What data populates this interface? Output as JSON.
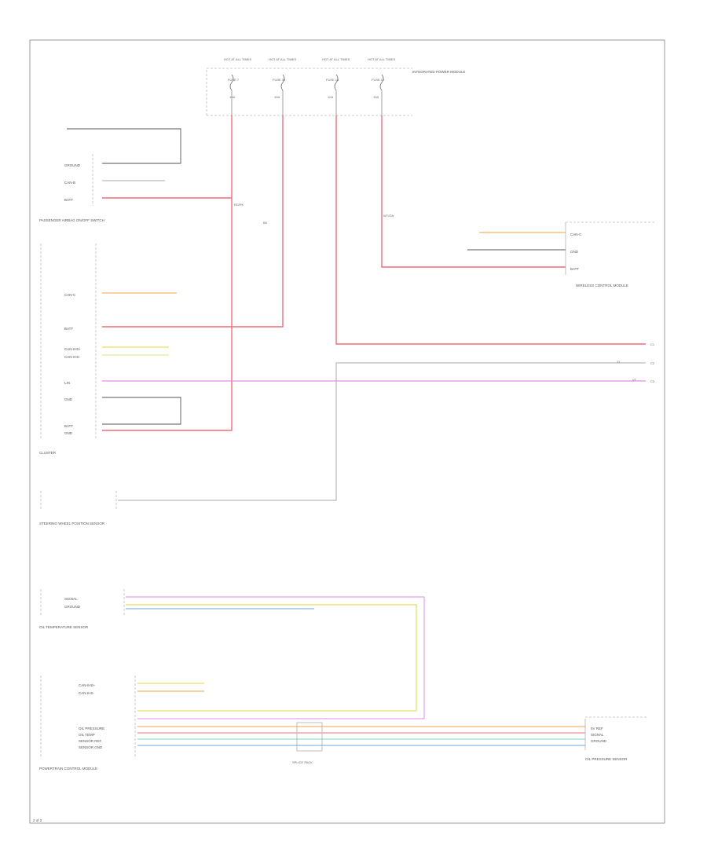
{
  "page_ref": "2 of 2",
  "fuse_block": {
    "label": "INTEGRATED POWER MODULE",
    "fuses": [
      {
        "top": "HOT AT ALL TIMES",
        "fuse": "FUSE 7",
        "amps": "10A"
      },
      {
        "top": "HOT AT ALL TIMES",
        "fuse": "FUSE 30",
        "amps": "10A"
      },
      {
        "top": "HOT AT ALL TIMES",
        "fuse": "FUSE 13",
        "amps": "10A"
      },
      {
        "top": "HOT AT ALL TIMES",
        "fuse": "FUSE 12",
        "amps": "10A"
      }
    ]
  },
  "components": {
    "passenger_airbag": "PASSENGER AIRBAG ON/OFF SWITCH",
    "cluster": "CLUSTER",
    "steering_sensor": "STEERING WHEEL POSITION SENSOR",
    "oil_temp_sensor": "OIL TEMPERATURE SENSOR",
    "powertrain_module": "POWERTRAIN CONTROL MODULE",
    "oil_pressure_sensor": "OIL PRESSURE SENSOR",
    "wireless_module": "WIRELESS CONTROL MODULE",
    "splice_pack": "SPLICE PACK"
  },
  "pins": {
    "airbag": [
      "GROUND",
      "CAN-B",
      "BATT"
    ],
    "cluster": [
      "CAN-C",
      "BATT",
      "CAN-IHS+",
      "CAN-IHS-",
      "LIN",
      "GND",
      "BATT",
      "GND"
    ],
    "pcm": [
      "CAN-IHS+",
      "CAN-IHS-",
      "OIL PRESSURE",
      "OIL TEMP",
      "SENSOR REF",
      "SENSOR GND"
    ],
    "oil_temp": [
      "SIGNAL",
      "GROUND"
    ],
    "oil_press": [
      "5V REF",
      "SIGNAL",
      "GROUND"
    ],
    "wireless": [
      "CAN-C",
      "GND",
      "BATT"
    ]
  },
  "wires": {
    "red_pink": "RD/PK",
    "white_green": "WT/GN",
    "black": "BK",
    "yellow": "YL",
    "violet": "VT"
  },
  "connectors": {
    "right_edge": [
      "C1",
      "C2",
      "C3"
    ]
  }
}
